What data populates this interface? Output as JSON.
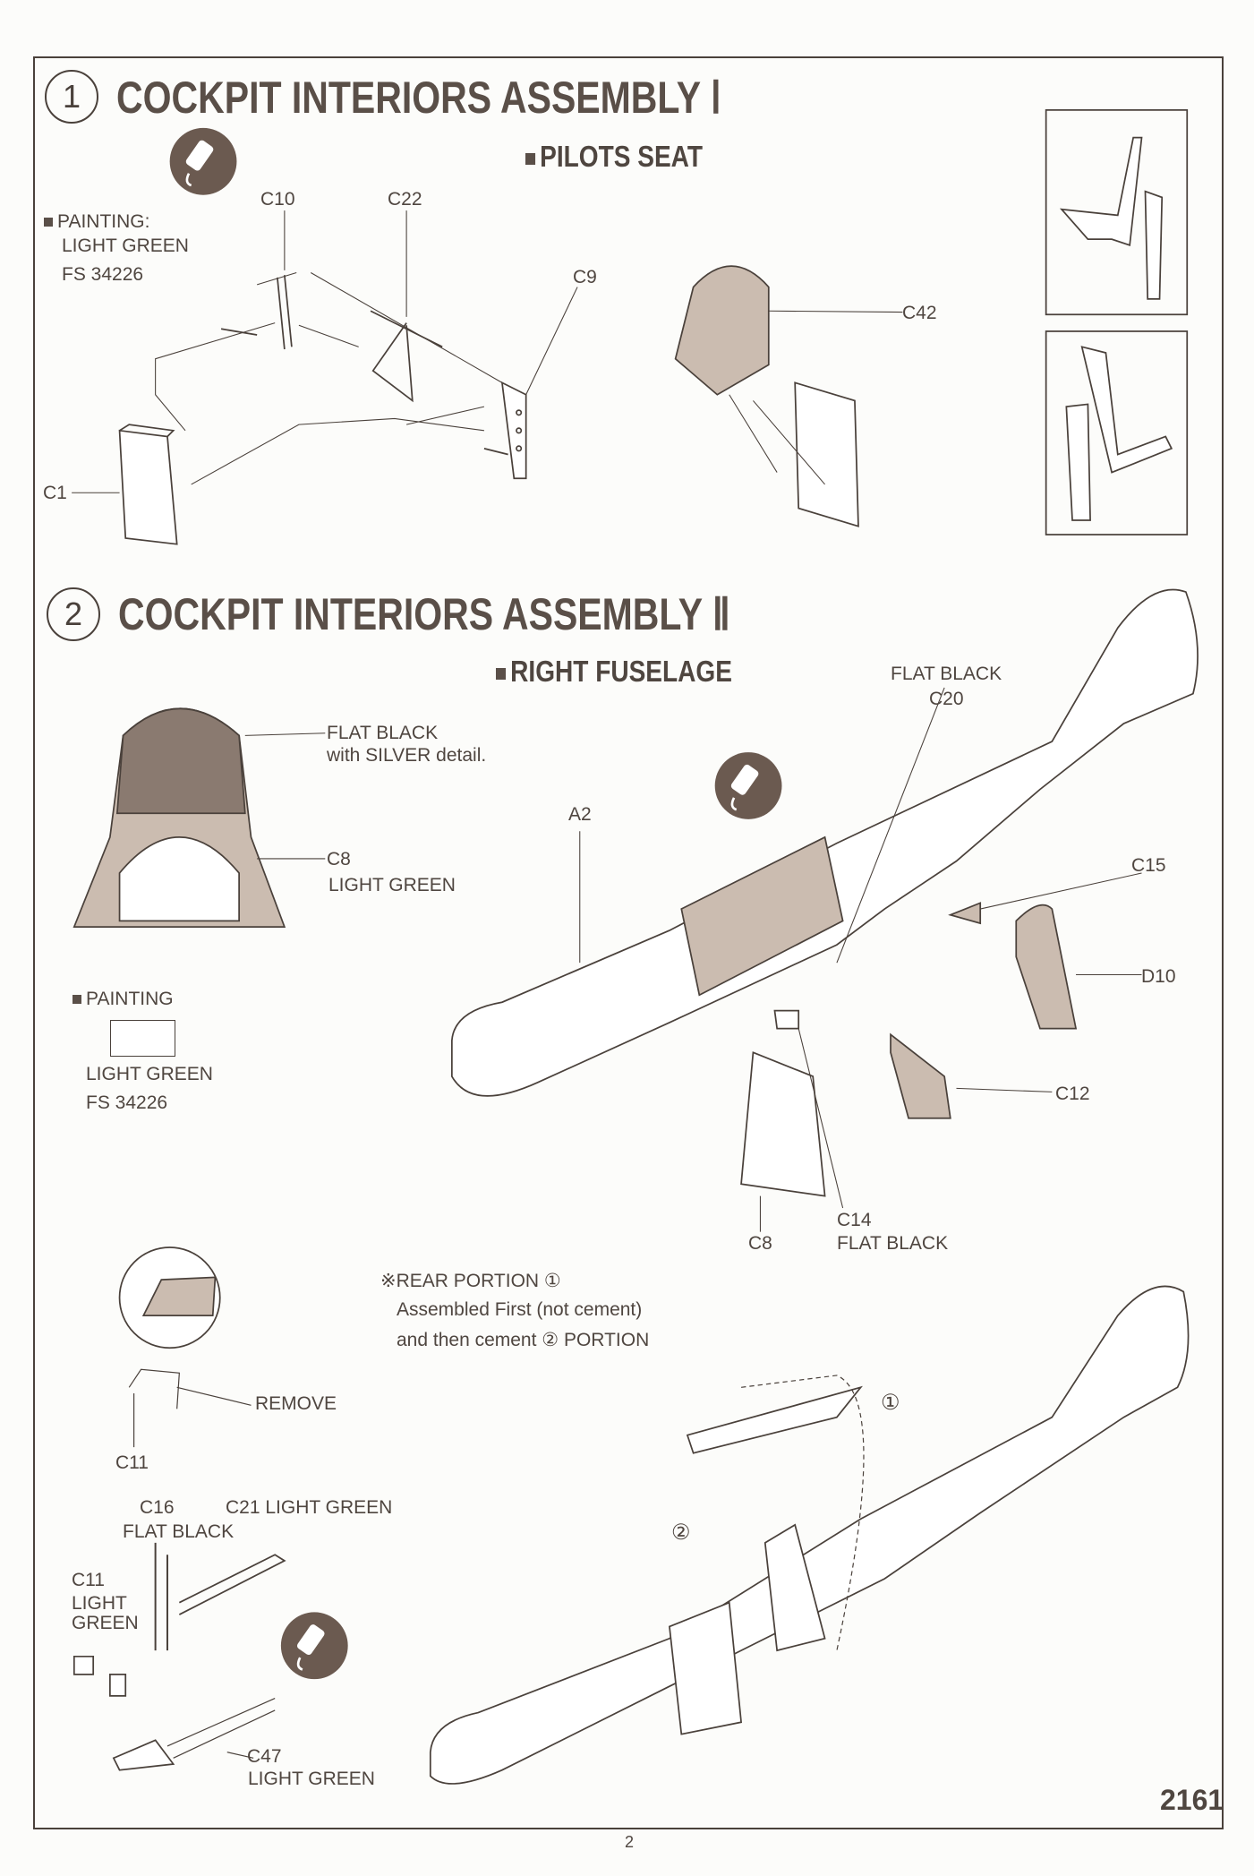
{
  "colors": {
    "ink": "#4f4640",
    "shade": "#cbbcb0",
    "icon_bg": "#6b5a50"
  },
  "step1": {
    "number": "1",
    "title": "COCKPIT INTERIORS ASSEMBLY Ⅰ",
    "subtitle": "PILOTS SEAT",
    "painting_label": "PAINTING:",
    "painting_color": "LIGHT GREEN",
    "painting_code": "FS 34226",
    "parts": {
      "c10": "C10",
      "c22": "C22",
      "c9": "C9",
      "c42": "C42",
      "c1": "C1"
    },
    "icon": "cement-tube-icon"
  },
  "step2": {
    "number": "2",
    "title": "COCKPIT INTERIORS ASSEMBLY Ⅱ",
    "subtitle": "RIGHT FUSELAGE",
    "panel_note_1": "FLAT BLACK",
    "panel_note_2": "with SILVER detail.",
    "c8_label": "C8",
    "c8_color": "LIGHT GREEN",
    "painting_label": "PAINTING",
    "painting_color": "LIGHT GREEN",
    "painting_code": "FS 34226",
    "c20_color": "FLAT BLACK",
    "c20": "C20",
    "a2": "A2",
    "c15": "C15",
    "d10": "D10",
    "c12": "C12",
    "c14": "C14",
    "c14_color": "FLAT BLACK",
    "c8b": "C8",
    "note_1": "※REAR PORTION ①",
    "note_2": "Assembled First (not cement)",
    "note_3": "and then cement ② PORTION",
    "remove": "REMOVE",
    "c11a": "C11",
    "c16": "C16",
    "c16_color": "FLAT BLACK",
    "c21": "C21 LIGHT GREEN",
    "c11b": "C11",
    "c11b_color_1": "LIGHT",
    "c11b_color_2": "GREEN",
    "c47": "C47",
    "c47_color": "LIGHT GREEN",
    "marker_1": "①",
    "marker_2": "②"
  },
  "footer": {
    "kit_number": "2161",
    "page_number": "2"
  }
}
